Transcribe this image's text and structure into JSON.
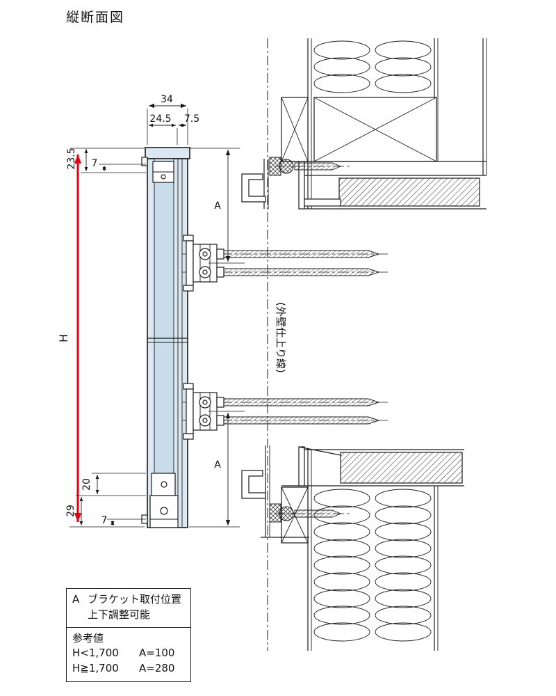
{
  "title": "縦断面図",
  "dims": {
    "total_width": "34",
    "width_left": "24.5",
    "width_right": "7.5",
    "top_offset": "23.5",
    "top_small": "7",
    "height_label": "H",
    "bottom_bracket": "20",
    "bottom_cap": "29",
    "bottom_small": "7",
    "bracket_pos_top": "A",
    "bracket_pos_bottom": "A"
  },
  "labels": {
    "wall_finish_line": "(外壁仕上り線)"
  },
  "legend": {
    "key": "A",
    "line1": "ブラケット取付位置",
    "line2": "上下調整可能",
    "ref_title": "参考値",
    "rows": [
      {
        "cond": "H<1,700",
        "val": "A=100"
      },
      {
        "cond": "H≧1,700",
        "val": "A=280"
      }
    ]
  },
  "colors": {
    "dimension_red": "#e60012",
    "product_fill": "#dce8f1",
    "product_inner": "#c9dcea",
    "line_color": "#1a1a1a"
  }
}
